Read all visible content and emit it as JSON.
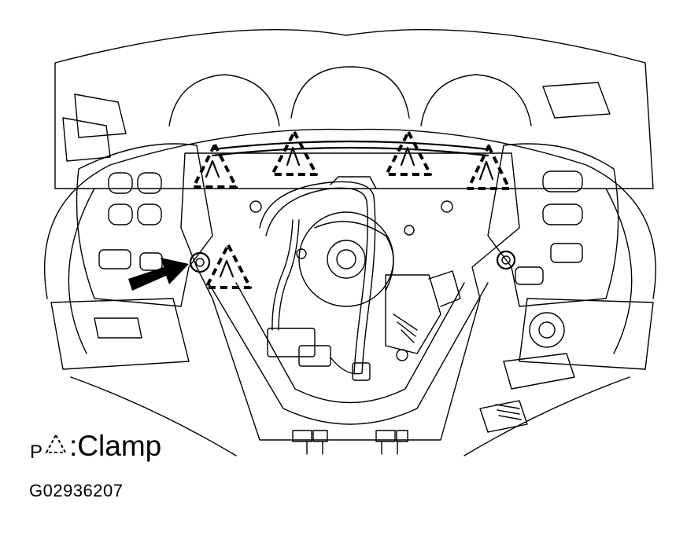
{
  "legend": {
    "prefix": "P",
    "symbol_icon": "dashed-triangle-clamp-icon",
    "text": ":Clamp"
  },
  "figure_code": "G02936207",
  "colors": {
    "line": "#000000",
    "background": "#ffffff"
  }
}
